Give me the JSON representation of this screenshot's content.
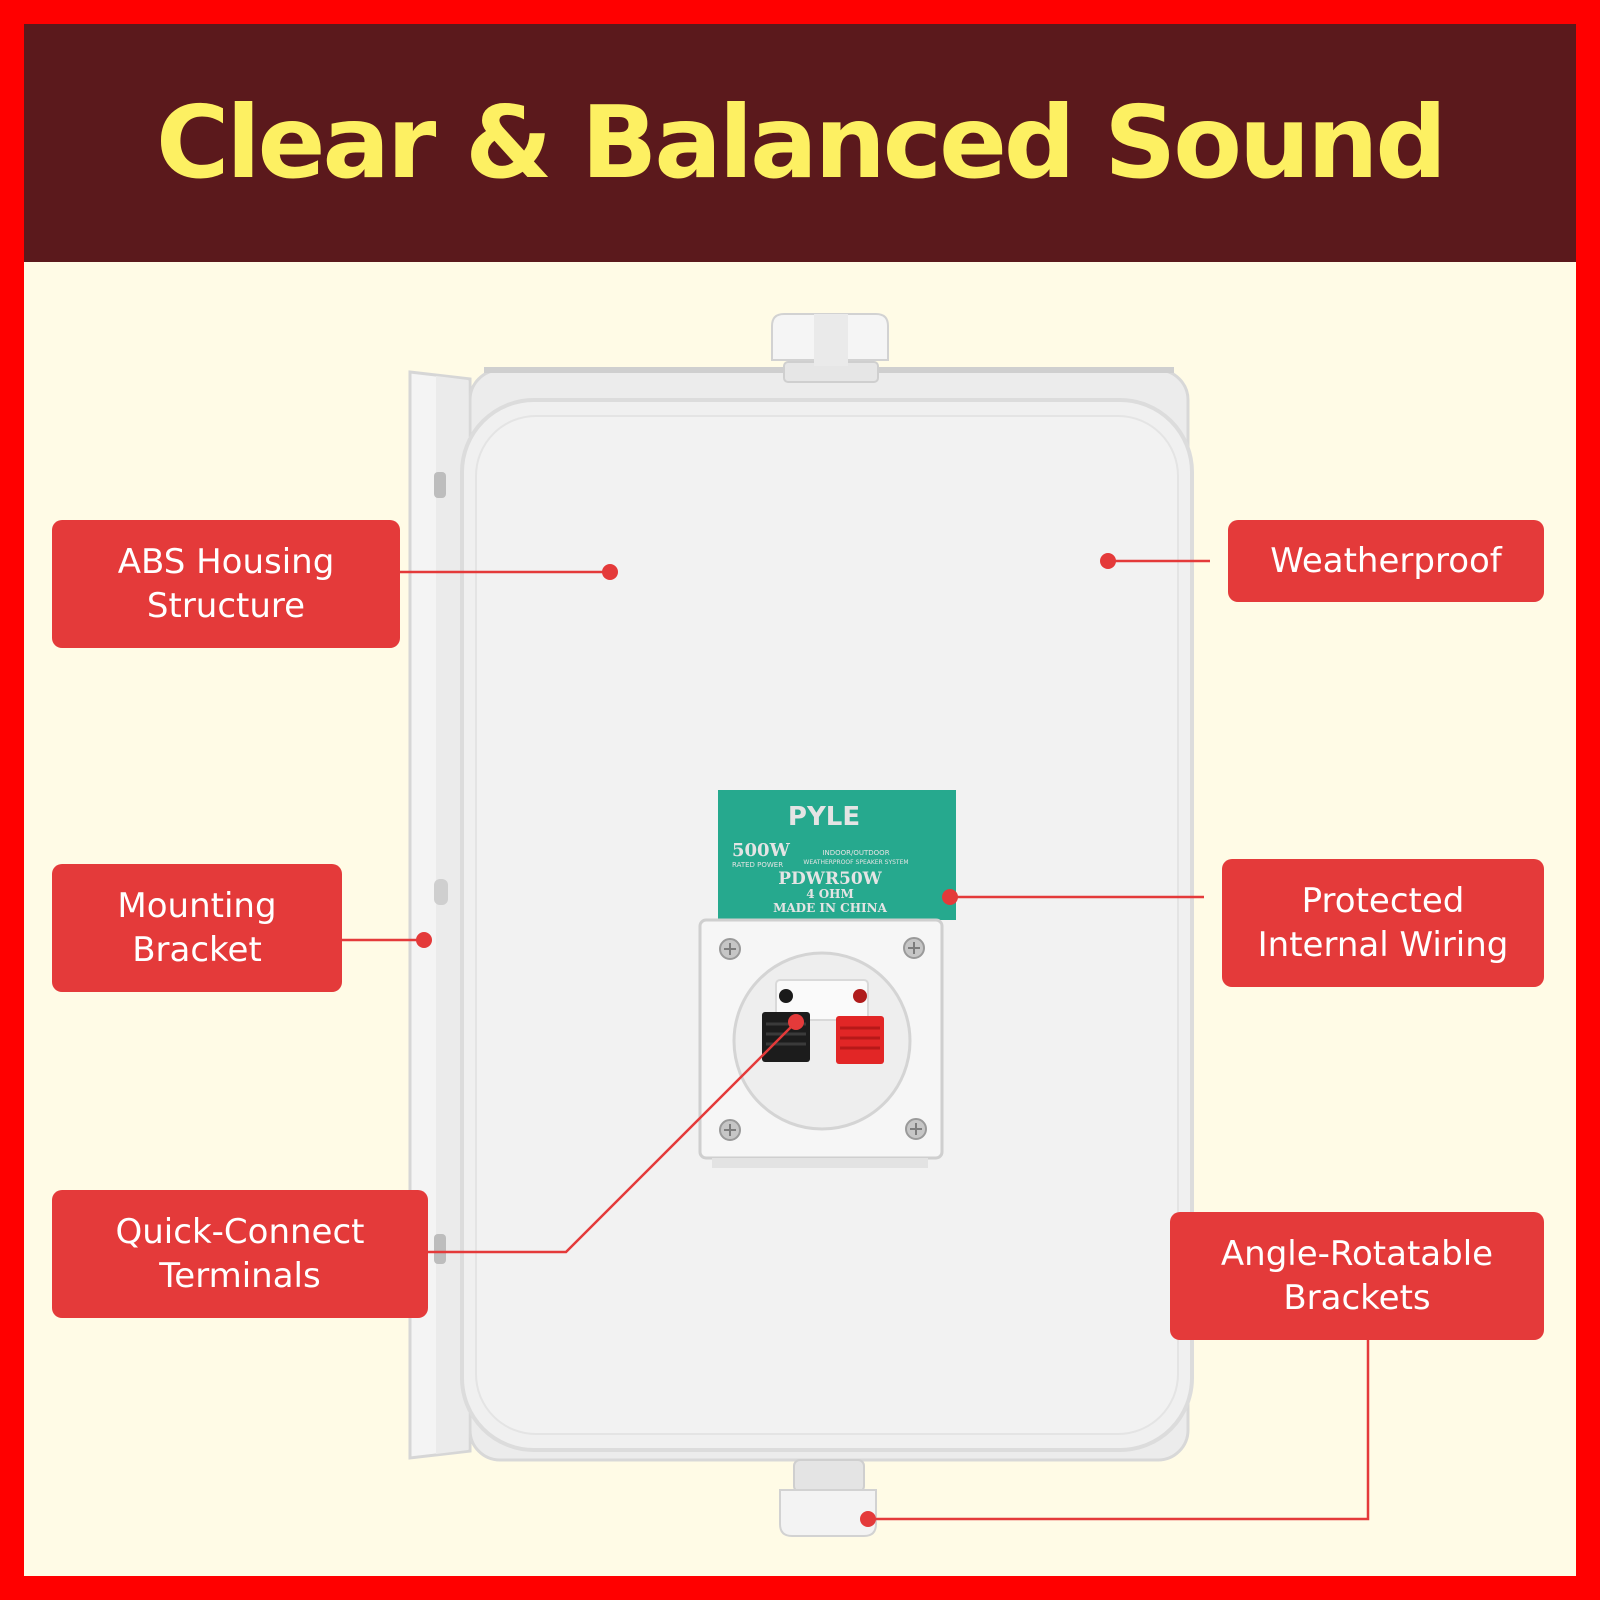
{
  "headline": "Clear & Balanced Sound",
  "callouts": {
    "abs_housing": "ABS Housing\nStructure",
    "mounting_bracket": "Mounting\nBracket",
    "quick_connect": "Quick-Connect\nTerminals",
    "weatherproof": "Weatherproof",
    "protected_wiring": "Protected\nInternal Wiring",
    "angle_rotatable": "Angle-Rotatable\nBrackets"
  },
  "label": {
    "brand": "PYLE",
    "power": "500W",
    "power_sub": "RATED POWER",
    "desc_line1": "INDOOR/OUTDOOR",
    "desc_line2": "WEATHERPROOF SPEAKER SYSTEM",
    "model": "PDWR50W",
    "impedance": "4 OHM",
    "origin": "MADE IN CHINA"
  },
  "colors": {
    "frame": "#ff0000",
    "banner": "#5b191c",
    "headline": "#fdf062",
    "background": "#fffbe6",
    "callout": "#e43a3a",
    "label_teal": "#26a98e"
  }
}
